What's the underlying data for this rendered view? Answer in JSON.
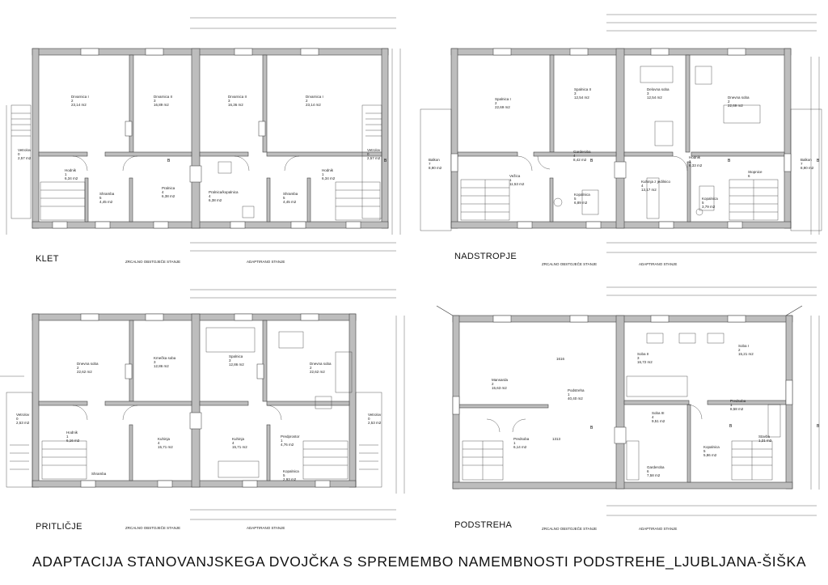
{
  "sheet_title": "ADAPTACIJA STANOVANJSKEGA DVOJČKA S SPREMEMBO NAMEMBNOSTI PODSTREHE_LJUBLJANA-ŠIŠKA",
  "colors": {
    "wall": "#bdbdbd",
    "wall_edge": "#444444",
    "line": "#333333",
    "background": "#ffffff"
  },
  "legend_texts": {
    "existing": "ZRCALNO OBSTOJEČE STANJE",
    "adapted": "ADAPTIRANO STANJE"
  },
  "plans": [
    {
      "label": "KLET",
      "rooms": [
        {
          "name": "Drvarnica I",
          "num": "2",
          "area": "23,14 m2"
        },
        {
          "name": "Drvarnica II",
          "num": "3",
          "area": "16,89 m2"
        },
        {
          "name": "Drvarnica II",
          "num": "3",
          "area": "16,36 m2"
        },
        {
          "name": "Drvarnica I",
          "num": "2",
          "area": "23,14 m2"
        },
        {
          "name": "Vetrolov",
          "num": "0",
          "area": "2,57 m2"
        },
        {
          "name": "Hodnik",
          "num": "1",
          "area": "6,34 m2"
        },
        {
          "name": "Shramba",
          "num": "5",
          "area": "4,45 m2"
        },
        {
          "name": "Pralnica",
          "num": "4",
          "area": "6,38 m2"
        },
        {
          "name": "Pralnica/kopalnica",
          "num": "4",
          "area": "6,38 m2"
        },
        {
          "name": "Shramba",
          "num": "5",
          "area": "4,45 m2"
        },
        {
          "name": "Hodnik",
          "num": "1",
          "area": "6,34 m2"
        },
        {
          "name": "Vetrolov",
          "num": "0",
          "area": "2,57 m2"
        }
      ]
    },
    {
      "label": "NADSTROPJE",
      "rooms": [
        {
          "name": "Balkon",
          "num": "7",
          "area": "8,90 m2"
        },
        {
          "name": "Spalnica I",
          "num": "2",
          "area": "22,69 m2"
        },
        {
          "name": "Spalnica II",
          "num": "3",
          "area": "12,54 m2"
        },
        {
          "name": "Garderoba",
          "num": "4",
          "area": "8,42 m2"
        },
        {
          "name": "Vežica",
          "num": "1",
          "area": "11,53 m2"
        },
        {
          "name": "Kopalnica",
          "num": "5",
          "area": "6,89 m2"
        },
        {
          "name": "Delovna soba",
          "num": "3",
          "area": "12,54 m2"
        },
        {
          "name": "Dnevna soba",
          "num": "2",
          "area": "22,69 m2"
        },
        {
          "name": "Kuhinja z jedilnico",
          "num": "4",
          "area": "13,17 m2"
        },
        {
          "name": "Hodnik",
          "num": "1",
          "area": "6,33 m2"
        },
        {
          "name": "Kopalnica",
          "num": "5",
          "area": "3,79 m2"
        },
        {
          "name": "Stopnice",
          "num": "6",
          "area": ""
        },
        {
          "name": "Balkon",
          "num": "7",
          "area": "8,90 m2"
        }
      ]
    },
    {
      "label": "PRITLIČJE",
      "rooms": [
        {
          "name": "Dnevna soba",
          "num": "2",
          "area": "22,62 m2"
        },
        {
          "name": "Kmečka soba",
          "num": "3",
          "area": "12,86 m2"
        },
        {
          "name": "Vetrolov",
          "num": "0",
          "area": "2,53 m2"
        },
        {
          "name": "Hodnik",
          "num": "1",
          "area": "6,16 m2"
        },
        {
          "name": "Kuhinja",
          "num": "4",
          "area": "15,71 m2"
        },
        {
          "name": "Shramba",
          "num": "",
          "area": ""
        },
        {
          "name": "Spalnica",
          "num": "3",
          "area": "12,86 m2"
        },
        {
          "name": "Dnevna soba",
          "num": "2",
          "area": "22,62 m2"
        },
        {
          "name": "Kuhinja",
          "num": "4",
          "area": "15,71 m2"
        },
        {
          "name": "Predprostor",
          "num": "1",
          "area": "4,76 m2"
        },
        {
          "name": "Kopalnica",
          "num": "5",
          "area": "2,93 m2"
        },
        {
          "name": "Vetrolov",
          "num": "0",
          "area": "2,53 m2"
        }
      ]
    },
    {
      "label": "PODSTREHA",
      "rooms": [
        {
          "name": "Mansarda",
          "num": "2",
          "area": "15,63 m2"
        },
        {
          "name": "Podstreha",
          "num": "1",
          "area": "40,40 m2"
        },
        {
          "name": "Predsoba",
          "num": "1",
          "area": "6,14 m2"
        },
        {
          "name": "Soba II",
          "num": "3",
          "area": "16,72 m2"
        },
        {
          "name": "Soba I",
          "num": "2",
          "area": "15,21 m2"
        },
        {
          "name": "Predsoba",
          "num": "1",
          "area": "8,58 m2"
        },
        {
          "name": "Soba III",
          "num": "4",
          "area": "9,51 m2"
        },
        {
          "name": "Kopalnica",
          "num": "5",
          "area": "5,86 m2"
        },
        {
          "name": "Garderoba",
          "num": "6",
          "area": "7,58 m2"
        },
        {
          "name": "Stavba",
          "num": "",
          "area": "1,21 m2"
        }
      ],
      "level_marks": [
        "1616",
        "1313"
      ]
    }
  ]
}
